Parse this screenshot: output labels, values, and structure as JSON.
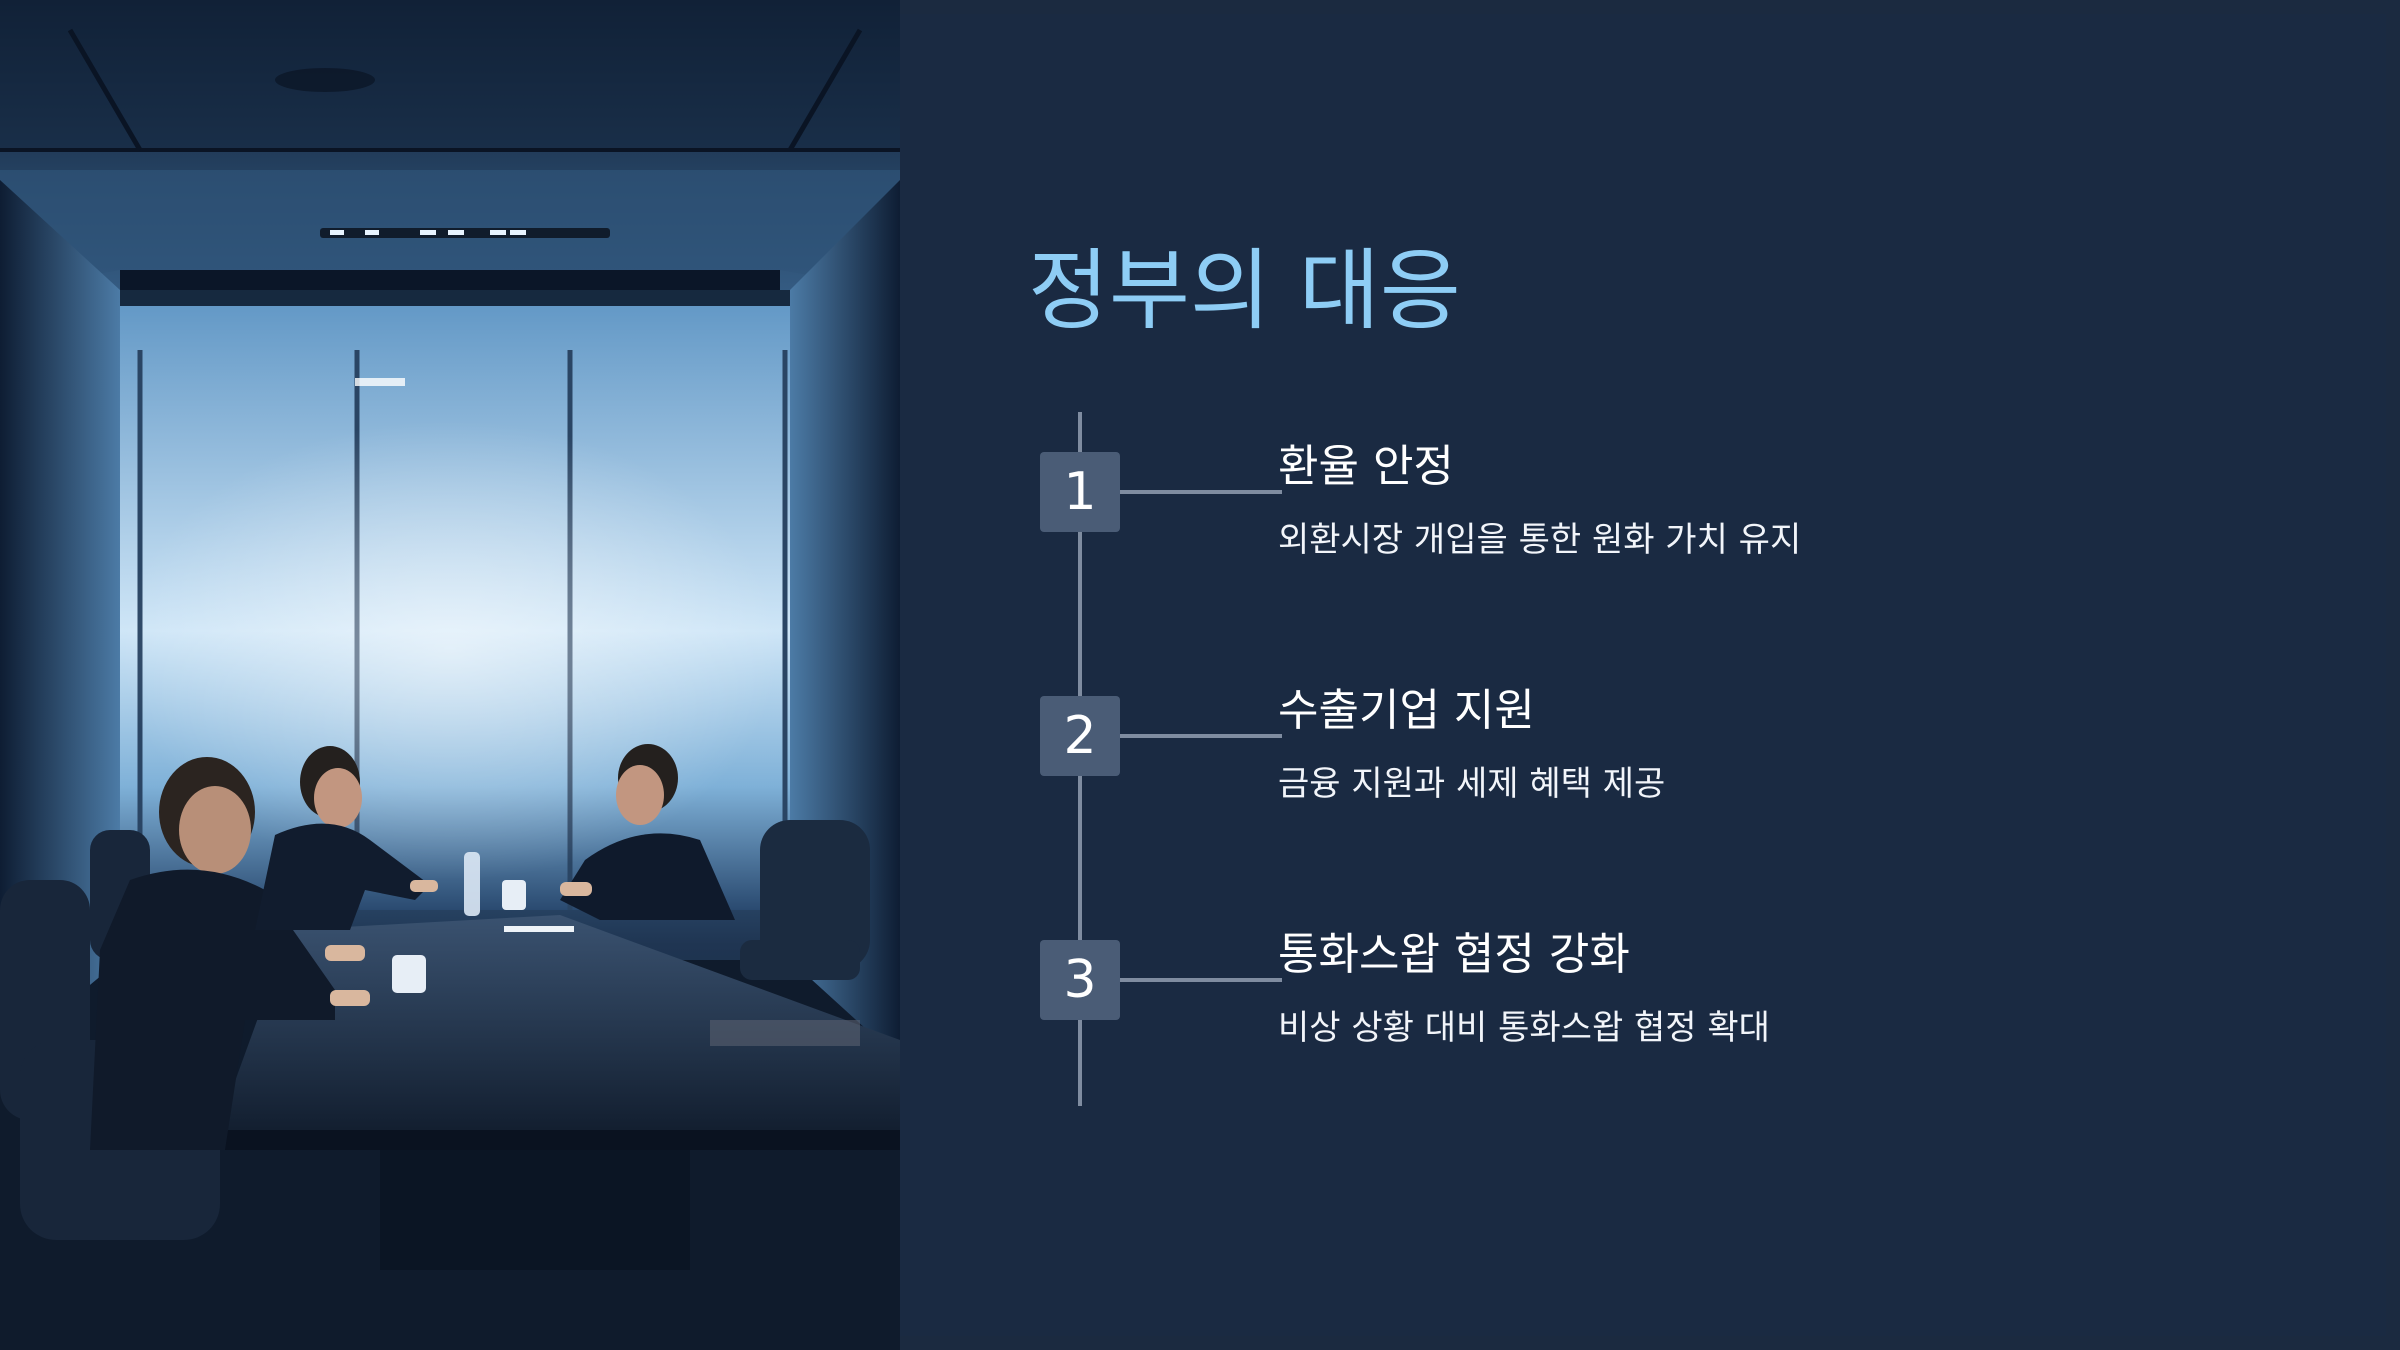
{
  "slide": {
    "title": "정부의 대응",
    "image": {
      "description_icon": "meeting-room-photo"
    },
    "steps": [
      {
        "number": "1",
        "title": "환율 안정",
        "description": "외환시장 개입을 통한 원화 가치 유지"
      },
      {
        "number": "2",
        "title": "수출기업 지원",
        "description": "금융 지원과 세제 혜택 제공"
      },
      {
        "number": "3",
        "title": "통화스왑 협정 강화",
        "description": "비상 상황 대비 통화스왑 협정 확대"
      }
    ]
  },
  "colors": {
    "background": "#1a2a42",
    "title": "#8ecdf5",
    "badge": "#4a5c76",
    "line": "#7f8ca0",
    "text": "#ffffff"
  }
}
